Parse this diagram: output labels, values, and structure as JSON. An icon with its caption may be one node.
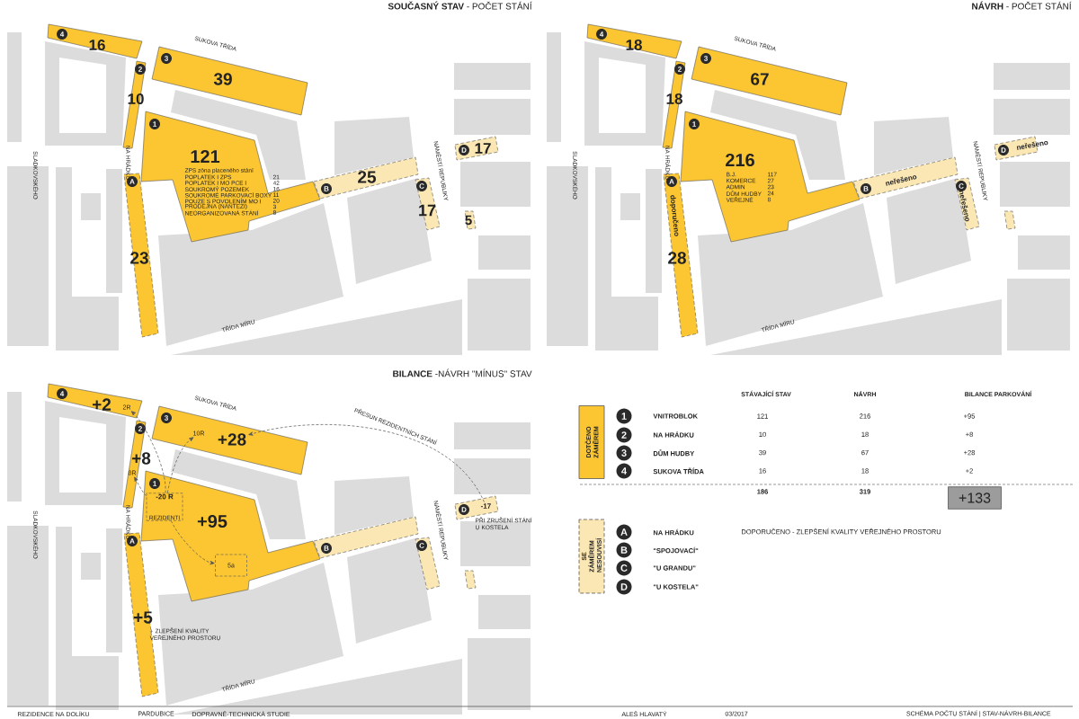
{
  "diagram": {
    "nodes": [
      {
        "text": [
          "16"
        ]
      },
      {
        "text": [
          "4"
        ],
        "in": 0
      },
      {
        "text": [
          "10"
        ]
      },
      {
        "text": [
          "2"
        ],
        "in": 2
      },
      {
        "text": [
          "39"
        ]
      },
      {
        "text": [
          "3"
        ],
        "in": 4
      },
      {
        "text": [
          "121",
          "ZPS zóna placeného stání",
          "POPLATEK I ZPS",
          "21",
          "POPLATEK I MO PCE I",
          "42",
          "SOUKROMÝ POZEMEK",
          "16",
          "SOUKROMÉ PARKOVACÍ BOXY",
          "11",
          "POUZE S POVOLENÍM MO I",
          "20",
          "PRODEJNA (NANTEZI)",
          "3",
          "NEORGANIZOVANÁ STÁNÍ",
          "8"
        ]
      },
      {
        "text": [
          "1"
        ],
        "in": 6
      },
      {
        "text": [
          "23"
        ]
      },
      {
        "text": [
          "A"
        ],
        "in": 8
      },
      {
        "text": [
          "25"
        ]
      },
      {
        "text": [
          "B"
        ],
        "in": 10
      },
      {
        "text": [
          "17"
        ]
      },
      {
        "text": [
          "C"
        ],
        "in": 12
      },
      {
        "text": [
          "17"
        ]
      },
      {
        "text": [
          "D"
        ],
        "in": 14
      },
      {
        "text": [
          "5"
        ]
      },
      {
        "text": [
          "18"
        ]
      },
      {
        "text": [
          "4"
        ],
        "in": 17
      },
      {
        "text": [
          "18"
        ]
      },
      {
        "text": [
          "2"
        ],
        "in": 19
      },
      {
        "text": [
          "67"
        ]
      },
      {
        "text": [
          "3"
        ],
        "in": 21
      },
      {
        "text": [
          "216",
          "B.J.",
          "117",
          "KOMERCE",
          "27",
          "ADMIN",
          "23",
          "DŮM HUDBY",
          "24",
          "VEŘEJNÉ",
          "8"
        ]
      },
      {
        "text": [
          "1"
        ],
        "in": 23
      },
      {
        "text": [
          "doporučeno",
          "28"
        ]
      },
      {
        "text": [
          "A"
        ],
        "in": 25
      },
      {
        "text": [
          "neřešeno"
        ]
      },
      {
        "text": [
          "B"
        ],
        "in": 27
      },
      {
        "text": [
          "neřešeno"
        ]
      },
      {
        "text": [
          "C"
        ],
        "in": 29
      },
      {
        "text": [
          "neřešeno"
        ]
      },
      {
        "text": [
          "D"
        ],
        "in": 31
      },
      {
        "text": [],
        "shape": "box"
      },
      {
        "text": [
          "+2"
        ]
      },
      {
        "text": [
          "4"
        ],
        "in": 34
      },
      {
        "text": [
          "2R"
        ],
        "in": 34
      },
      {
        "text": [
          "+8"
        ]
      },
      {
        "text": [
          "2"
        ],
        "in": 37
      },
      {
        "text": [
          "8R"
        ],
        "in": 37
      },
      {
        "text": [
          "+28"
        ]
      },
      {
        "text": [
          "3"
        ],
        "in": 40
      },
      {
        "text": [
          "10R"
        ],
        "in": 40
      },
      {
        "text": [
          "+95"
        ]
      },
      {
        "text": [
          "1"
        ],
        "in": 43
      },
      {
        "text": [
          "-20 R",
          "REZIDENTI"
        ],
        "in": 43
      },
      {
        "text": [
          "5a"
        ],
        "in": 43
      },
      {
        "text": [
          "+5"
        ],
        "beside": [
          "+ ZLEPŠENÍ KVALITY VEŘEJNÉHO PROSTORU"
        ]
      },
      {
        "text": [
          "A"
        ],
        "in": 47
      },
      {
        "text": [],
        "shape": "box"
      },
      {
        "text": [
          "B"
        ],
        "in": 49
      },
      {
        "text": [],
        "shape": "box"
      },
      {
        "text": [
          "C"
        ],
        "in": 51
      },
      {
        "text": [
          "-17",
          "PŘI ZRUŠENÍ STÁNÍ U KOSTELA"
        ]
      },
      {
        "text": [
          "D"
        ],
        "in": 53
      },
      {
        "text": [],
        "shape": "box"
      },
      {
        "text": [
          "DOTČENO ZÁMĚREM"
        ]
      },
      {
        "text": [
          "1"
        ]
      },
      {
        "text": [
          "2"
        ]
      },
      {
        "text": [
          "3"
        ]
      },
      {
        "text": [
          "4"
        ]
      },
      {
        "text": [
          "+133"
        ]
      },
      {
        "text": [
          "SE ZÁMĚREM NESOUVISÍ"
        ]
      },
      {
        "text": [
          "A"
        ]
      },
      {
        "text": [
          "B"
        ]
      },
      {
        "text": [
          "C"
        ]
      },
      {
        "text": [
          "D"
        ]
      }
    ],
    "edges": [
      {
        "from": 45,
        "to": 36,
        "arrow": "to",
        "style": "dashed"
      },
      {
        "from": 45,
        "to": 42,
        "arrow": "to",
        "style": "dashed"
      },
      {
        "from": 45,
        "to": 39,
        "arrow": "to",
        "style": "dashed"
      },
      {
        "from": 45,
        "to": 46,
        "arrow": "to",
        "style": "dashed"
      },
      {
        "from": 53,
        "to": 40,
        "arrow": "to",
        "style": "dashed",
        "label": "PŘESUN REZIDENTNÍCH STÁNÍ"
      }
    ],
    "labels": [
      "**SOUČASNÝ STAV** - POČET STÁNÍ",
      "**NÁVRH** - POČET STÁNÍ",
      "SUKOVA TŘÍDA",
      "NA HRÁDKU",
      "SLADKOVSKÉHO",
      "NÁMĚSTÍ REPUBLIKY",
      "TŘÍDA MÍRU",
      "SUKOVA TŘÍDA",
      "NA HRÁDKU",
      "SLADKOVSKÉHO",
      "NÁMĚSTÍ REPUBLIKY",
      "TŘÍDA MÍRU",
      "**BILANCE** -NÁVRH \"MÍNUS\" STAV",
      "SUKOVA TŘÍDA",
      "NA HRÁDKU",
      "SLADKOVSKÉHO",
      "NÁMĚSTÍ REPUBLIKY",
      "TŘÍDA MÍRU",
      "STÁVAJÍCÍ STAV",
      "NÁVRH",
      "BILANCE PARKOVÁNÍ",
      "VNITROBLOK",
      "121",
      "216",
      "+95",
      "NA HRÁDKU",
      "10",
      "18",
      "+8",
      "DŮM HUDBY",
      "39",
      "67",
      "+28",
      "SUKOVA TŘÍDA",
      "16",
      "18",
      "+2",
      "186",
      "319",
      "NA HRÁDKU",
      "DOPORUČENO - ZLEPŠENÍ KVALITY VEŘEJNÉHO PROSTORU",
      "\"SPOJOVACÍ\"",
      "\"U GRANDU\"",
      "\"U KOSTELA\"",
      "REZIDENCE NA DOLÍKU",
      "PARDUBICE",
      "DOPRAVNĚ-TECHNICKÁ STUDIE",
      "ALEŠ HLAVATÝ",
      "03/2017",
      "SCHÉMA POČTU STÁNÍ | STAV-NÁVRH-BILANCE"
    ]
  }
}
